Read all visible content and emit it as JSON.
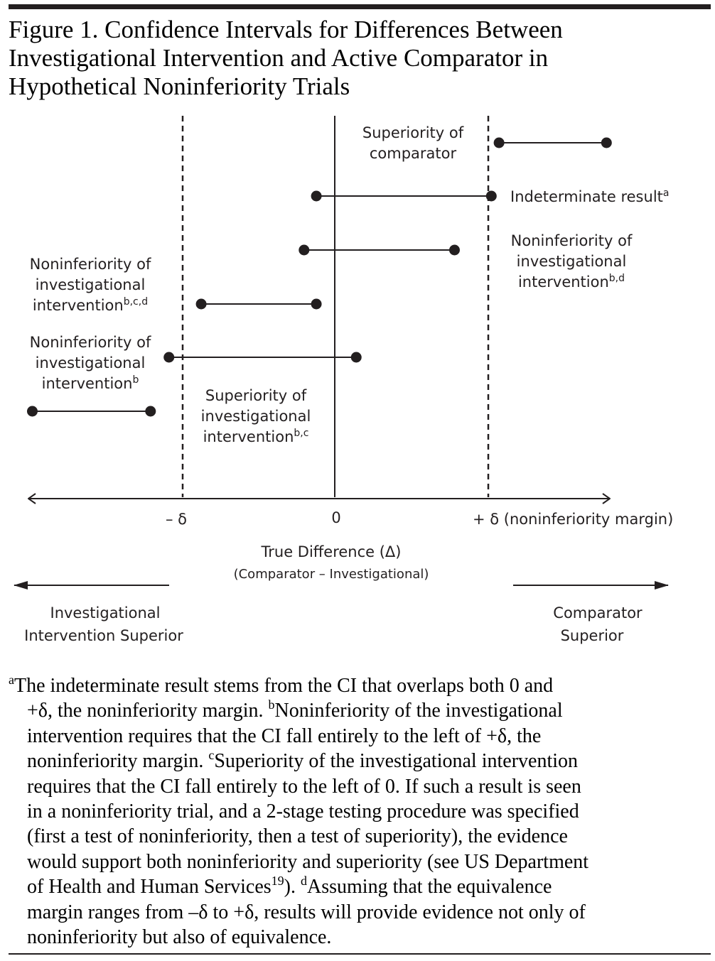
{
  "title_lines": [
    "Figure 1. Confidence Intervals for Differences Between",
    "Investigational Intervention and Active Comparator in",
    "Hypothetical Noninferiority Trials"
  ],
  "axis": {
    "minus_delta": "– δ",
    "zero": "0",
    "plus_delta": "+ δ (noninferiority margin)",
    "title": "True Difference (Δ)",
    "subtitle": "(Comparator – Investigational)"
  },
  "direction": {
    "left_line1": "Investigational",
    "left_line2": "Intervention Superior",
    "right_line1": "Comparator",
    "right_line2": "Superior"
  },
  "intervals": [
    {
      "lo_delta": 1.07,
      "hi_delta": 1.77,
      "label_lines": [
        "Superiority of",
        "comparator"
      ],
      "sup": ""
    },
    {
      "lo_delta": -0.12,
      "hi_delta": 1.02,
      "label_lines": [
        "Indeterminate result"
      ],
      "sup": "a"
    },
    {
      "lo_delta": -0.2,
      "hi_delta": 0.78,
      "label_lines": [
        "Noninferiority of",
        "investigational",
        "intervention"
      ],
      "sup": "b,d"
    },
    {
      "lo_delta": -0.87,
      "hi_delta": -0.12,
      "label_lines": [
        "Noninferiority of",
        "investigational",
        "intervention"
      ],
      "sup": "b,c,d"
    },
    {
      "lo_delta": -1.08,
      "hi_delta": 0.14,
      "label_lines": [
        "Noninferiority of",
        "investigational",
        "intervention"
      ],
      "sup": "b"
    },
    {
      "lo_delta": -1.97,
      "hi_delta": -1.2,
      "label_lines": [
        "Superiority of",
        "investigational",
        "intervention"
      ],
      "sup": "b,c"
    }
  ],
  "footnotes": {
    "lines": [
      {
        "parts": [
          {
            "sup": "a"
          },
          {
            "text": "The indeterminate result stems from the CI that overlaps both 0 and"
          }
        ]
      },
      {
        "parts": [
          {
            "text": "+δ, the noninferiority margin.  "
          },
          {
            "sup": "b"
          },
          {
            "text": "Noninferiority of the investigational"
          }
        ]
      },
      {
        "parts": [
          {
            "text": "intervention requires that the CI fall entirely to the left of +δ, the"
          }
        ]
      },
      {
        "parts": [
          {
            "text": "noninferiority margin. "
          },
          {
            "sup": "c"
          },
          {
            "text": "Superiority of the investigational intervention"
          }
        ]
      },
      {
        "parts": [
          {
            "text": "requires that the CI fall entirely to the left of 0. If such a result is seen"
          }
        ]
      },
      {
        "parts": [
          {
            "text": "in a noninferiority trial, and a 2-stage testing procedure was specified"
          }
        ]
      },
      {
        "parts": [
          {
            "text": "(first a test of noninferiority, then a test of superiority), the evidence"
          }
        ]
      },
      {
        "parts": [
          {
            "text": "would support both noninferiority and superiority (see US Department"
          }
        ]
      },
      {
        "parts": [
          {
            "text": "of Health and Human Services"
          },
          {
            "sup": "19"
          },
          {
            "text": ").  "
          },
          {
            "sup": "d"
          },
          {
            "text": "Assuming that the equivalence"
          }
        ]
      },
      {
        "parts": [
          {
            "text": "margin ranges from –δ to +δ, results will provide evidence not only of"
          }
        ]
      },
      {
        "parts": [
          {
            "text": "noninferiority but also of equivalence."
          }
        ]
      }
    ]
  },
  "colors": {
    "ink": "#231f20",
    "background": "#ffffff"
  }
}
